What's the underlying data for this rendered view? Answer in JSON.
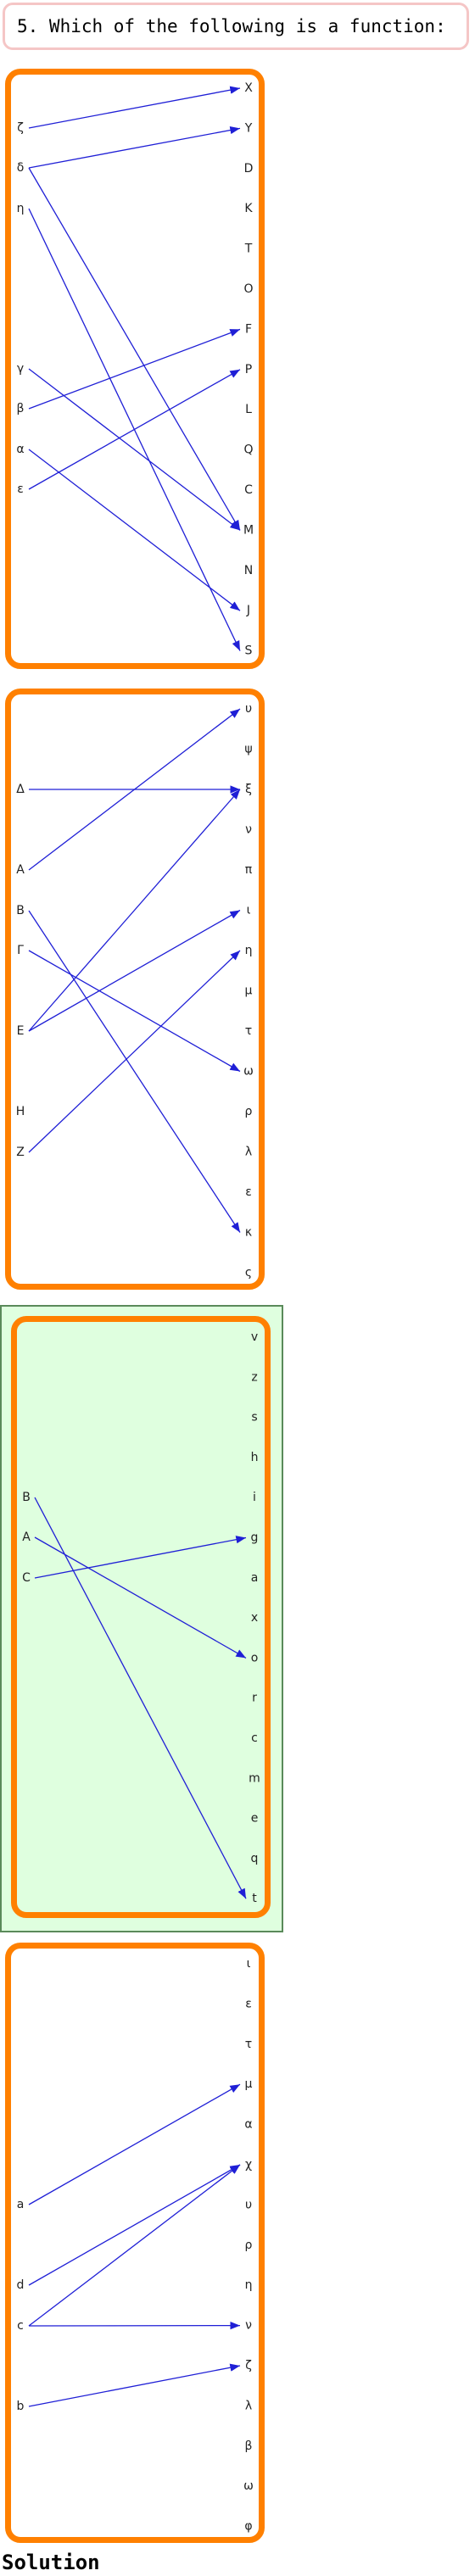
{
  "question": "5. Which of the following is a function:",
  "solution_label": "Solution",
  "colors": {
    "panel_border": "#ff8000",
    "arrow": "#1f1fd6",
    "highlight_bg": "#dfffdf"
  },
  "correct_panel": 3,
  "panels": [
    {
      "domain": [
        "ζ",
        "δ",
        "η",
        "γ",
        "β",
        "α",
        "ε"
      ],
      "codomain": [
        "X",
        "Y",
        "D",
        "K",
        "T",
        "O",
        "F",
        "P",
        "L",
        "Q",
        "C",
        "M",
        "N",
        "J",
        "S"
      ],
      "mappings": [
        [
          "ζ",
          "X"
        ],
        [
          "δ",
          "Y"
        ],
        [
          "δ",
          "M"
        ],
        [
          "η",
          "S"
        ],
        [
          "γ",
          "M"
        ],
        [
          "β",
          "F"
        ],
        [
          "α",
          "J"
        ],
        [
          "ε",
          "P"
        ]
      ]
    },
    {
      "domain": [
        "Δ",
        "A",
        "B",
        "Γ",
        "E",
        "H",
        "Z"
      ],
      "codomain": [
        "υ",
        "ψ",
        "ξ",
        "ν",
        "π",
        "ι",
        "η",
        "μ",
        "τ",
        "ω",
        "ρ",
        "λ",
        "ε",
        "κ",
        "ς"
      ],
      "mappings": [
        [
          "Δ",
          "ξ"
        ],
        [
          "A",
          "υ"
        ],
        [
          "B",
          "κ"
        ],
        [
          "Γ",
          "ω"
        ],
        [
          "E",
          "ξ"
        ],
        [
          "E",
          "ι"
        ],
        [
          "Z",
          "η"
        ]
      ]
    },
    {
      "domain": [
        "B",
        "A",
        "C"
      ],
      "codomain": [
        "v",
        "z",
        "s",
        "h",
        "i",
        "g",
        "a",
        "x",
        "o",
        "r",
        "c",
        "m",
        "e",
        "q",
        "t"
      ],
      "mappings": [
        [
          "B",
          "t"
        ],
        [
          "A",
          "o"
        ],
        [
          "C",
          "g"
        ]
      ]
    },
    {
      "domain": [
        "a",
        "d",
        "c",
        "b"
      ],
      "codomain": [
        "ι",
        "ε",
        "τ",
        "μ",
        "α",
        "χ",
        "υ",
        "ρ",
        "η",
        "ν",
        "ζ",
        "λ",
        "β",
        "ω",
        "φ"
      ],
      "mappings": [
        [
          "a",
          "μ"
        ],
        [
          "d",
          "χ"
        ],
        [
          "c",
          "χ"
        ],
        [
          "c",
          "ν"
        ],
        [
          "b",
          "ζ"
        ]
      ]
    }
  ]
}
